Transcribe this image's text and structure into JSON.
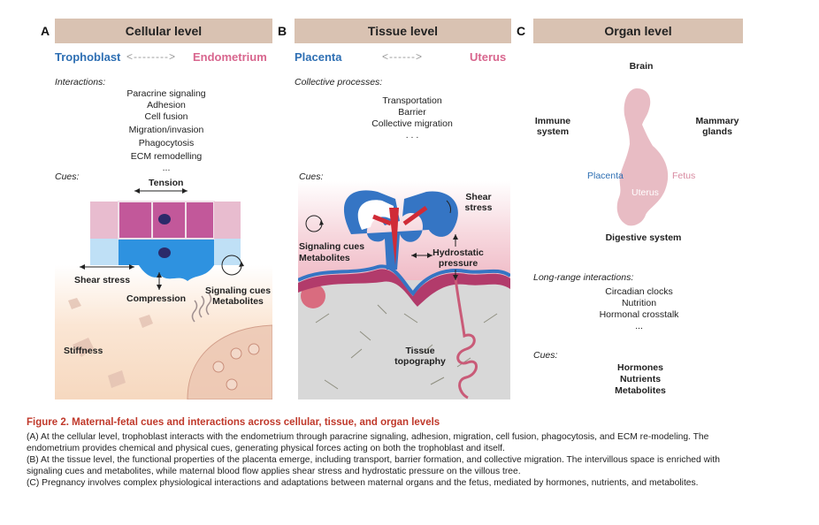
{
  "panels": {
    "a": {
      "letter": "A",
      "header": "Cellular level",
      "left_term": "Trophoblast",
      "arrow": "<-------->",
      "right_term": "Endometrium",
      "interactions_label": "Interactions:",
      "interactions": [
        "Paracrine signaling",
        "Adhesion",
        "Cell fusion",
        "Migration/invasion",
        "Phagocytosis",
        "ECM remodelling",
        "..."
      ],
      "cues_label": "Cues:",
      "tension": "Tension",
      "shear_stress": "Shear stress",
      "compression": "Compression",
      "signaling_cues": "Signaling cues",
      "metabolites": "Metabolites",
      "stiffness": "Stiffness"
    },
    "b": {
      "letter": "B",
      "header": "Tissue level",
      "left_term": "Placenta",
      "arrow": "<------>",
      "right_term": "Uterus",
      "processes_label": "Collective processes:",
      "processes": [
        "Transportation",
        "Barrier",
        "Collective migration",
        ". . ."
      ],
      "cues_label": "Cues:",
      "shear": "Shear",
      "stress": "stress",
      "signaling_cues": "Signaling cues",
      "metabolites": "Metabolites",
      "hydrostatic": "Hydrostatic",
      "pressure": "pressure",
      "tissue": "Tissue",
      "topography": "topography"
    },
    "c": {
      "letter": "C",
      "header": "Organ level",
      "brain": "Brain",
      "immune_1": "Immune",
      "immune_2": "system",
      "mammary_1": "Mammary",
      "mammary_2": "glands",
      "placenta": "Placenta",
      "fetus": "Fetus",
      "uterus": "Uterus",
      "digestive": "Digestive system",
      "long_range_label": "Long-range interactions:",
      "long_range": [
        "Circadian clocks",
        "Nutrition",
        "Hormonal crosstalk",
        "..."
      ],
      "cues_label": "Cues:",
      "cues": [
        "Hormones",
        "Nutrients",
        "Metabolites"
      ]
    }
  },
  "caption": {
    "title": "Figure 2. Maternal-fetal cues and interactions across cellular, tissue, and organ levels",
    "a": "(A) At the cellular level, trophoblast interacts with the endometrium through paracrine signaling, adhesion, migration, cell fusion, phagocytosis, and ECM re-modeling. The endometrium provides chemical and physical cues, generating physical forces acting on both the trophoblast and itself.",
    "b": "(B) At the tissue level, the functional properties of the placenta emerge, including transport, barrier formation, and collective migration. The intervillous space is enriched with signaling cues and metabolites, while maternal blood flow applies shear stress and hydrostatic pressure on the villous tree.",
    "c": "(C) Pregnancy involves complex physiological interactions and adaptations between maternal organs and the fetus, mediated by hormones, nutrients, and metabolites."
  },
  "colors": {
    "header_bg": "#d9c2b2",
    "trophoblast_blue": "#2e6fb3",
    "endometrium_pink": "#d8668e",
    "caption_title": "#c0392b"
  }
}
